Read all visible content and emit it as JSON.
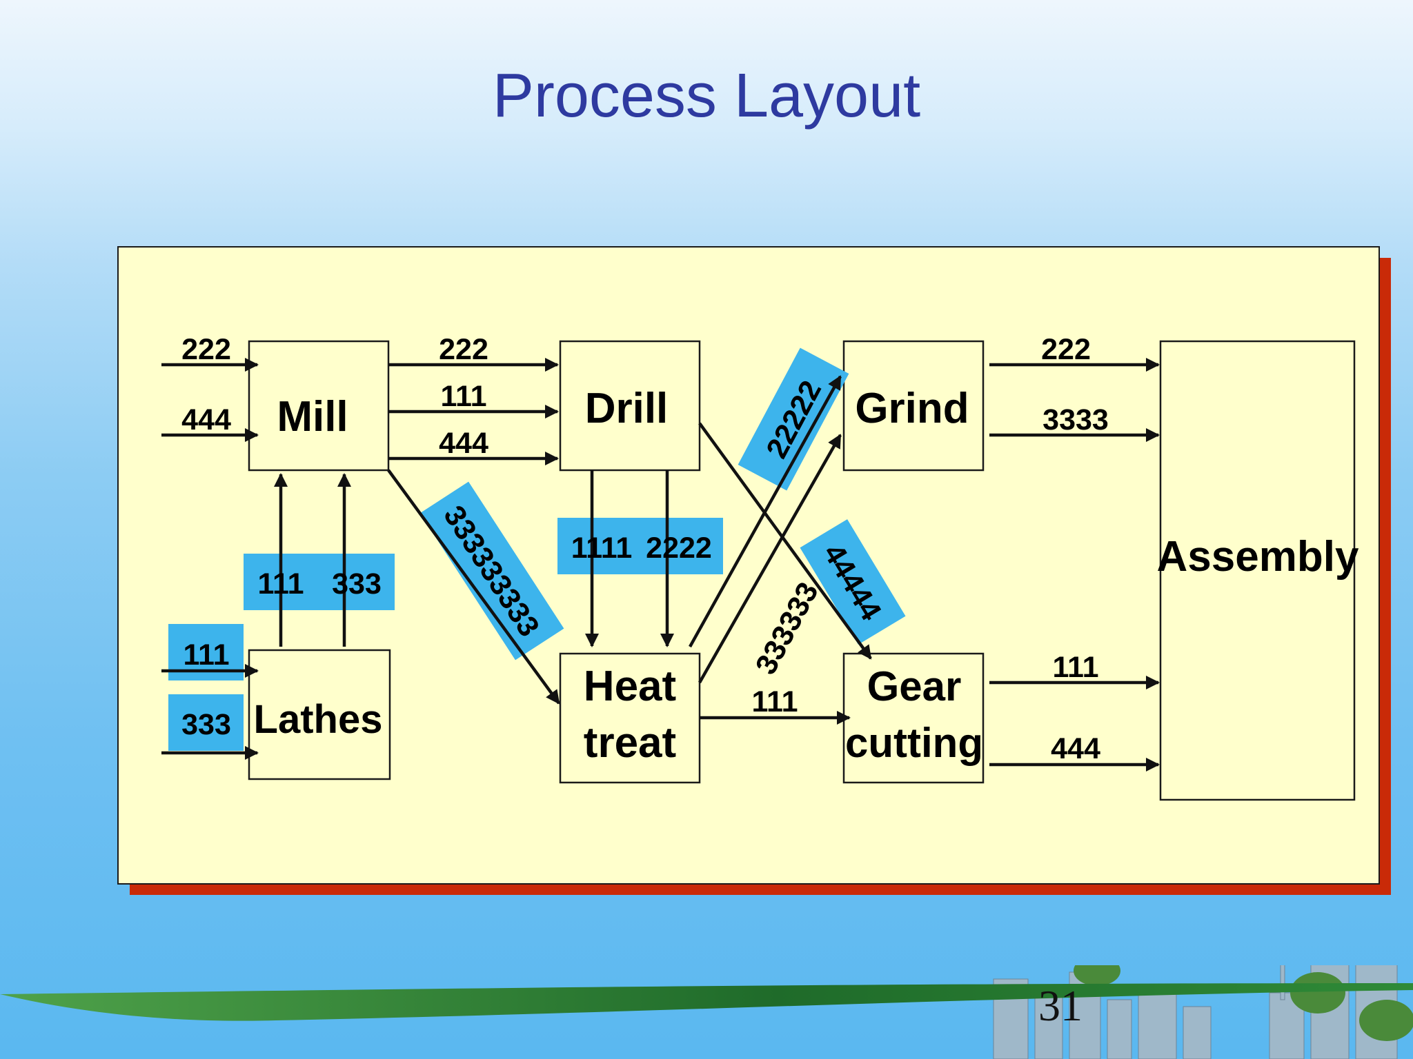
{
  "slide": {
    "title": "Process Layout",
    "page_number": "31"
  },
  "departments": {
    "mill": "Mill",
    "lathes": "Lathes",
    "drill": "Drill",
    "heat_treat_line1": "Heat",
    "heat_treat_line2": "treat",
    "grind": "Grind",
    "gear_cutting_line1": "Gear",
    "gear_cutting_line2": "cutting",
    "assembly": "Assembly"
  },
  "flows": {
    "in_mill_top": "222",
    "in_mill_bottom": "444",
    "in_lathes_top": "111",
    "in_lathes_bottom": "333",
    "lathes_to_mill": "111",
    "lathes_to_mill_2": "333",
    "mill_to_drill_top": "222",
    "mill_to_drill_mid": "111",
    "mill_to_drill_bottom": "444",
    "mill_to_heat_treat": "333333333",
    "drill_to_heat_treat_left": "1111",
    "drill_to_heat_treat_right": "2222",
    "heat_treat_to_grind": "22222",
    "drill_to_gear_cutting": "44444",
    "heat_treat_to_grind_2": "333333",
    "heat_treat_to_gear_cutting": "111",
    "grind_to_assembly_top": "222",
    "grind_to_assembly_bottom": "3333",
    "gear_cutting_to_assembly_top": "111",
    "gear_cutting_to_assembly_bottom": "444"
  },
  "colors": {
    "title": "#2e3aa0",
    "panel_fill": "#ffffcc",
    "panel_shadow": "#c92a08",
    "label_highlight": "#3db4ec",
    "arrow": "#111111"
  }
}
